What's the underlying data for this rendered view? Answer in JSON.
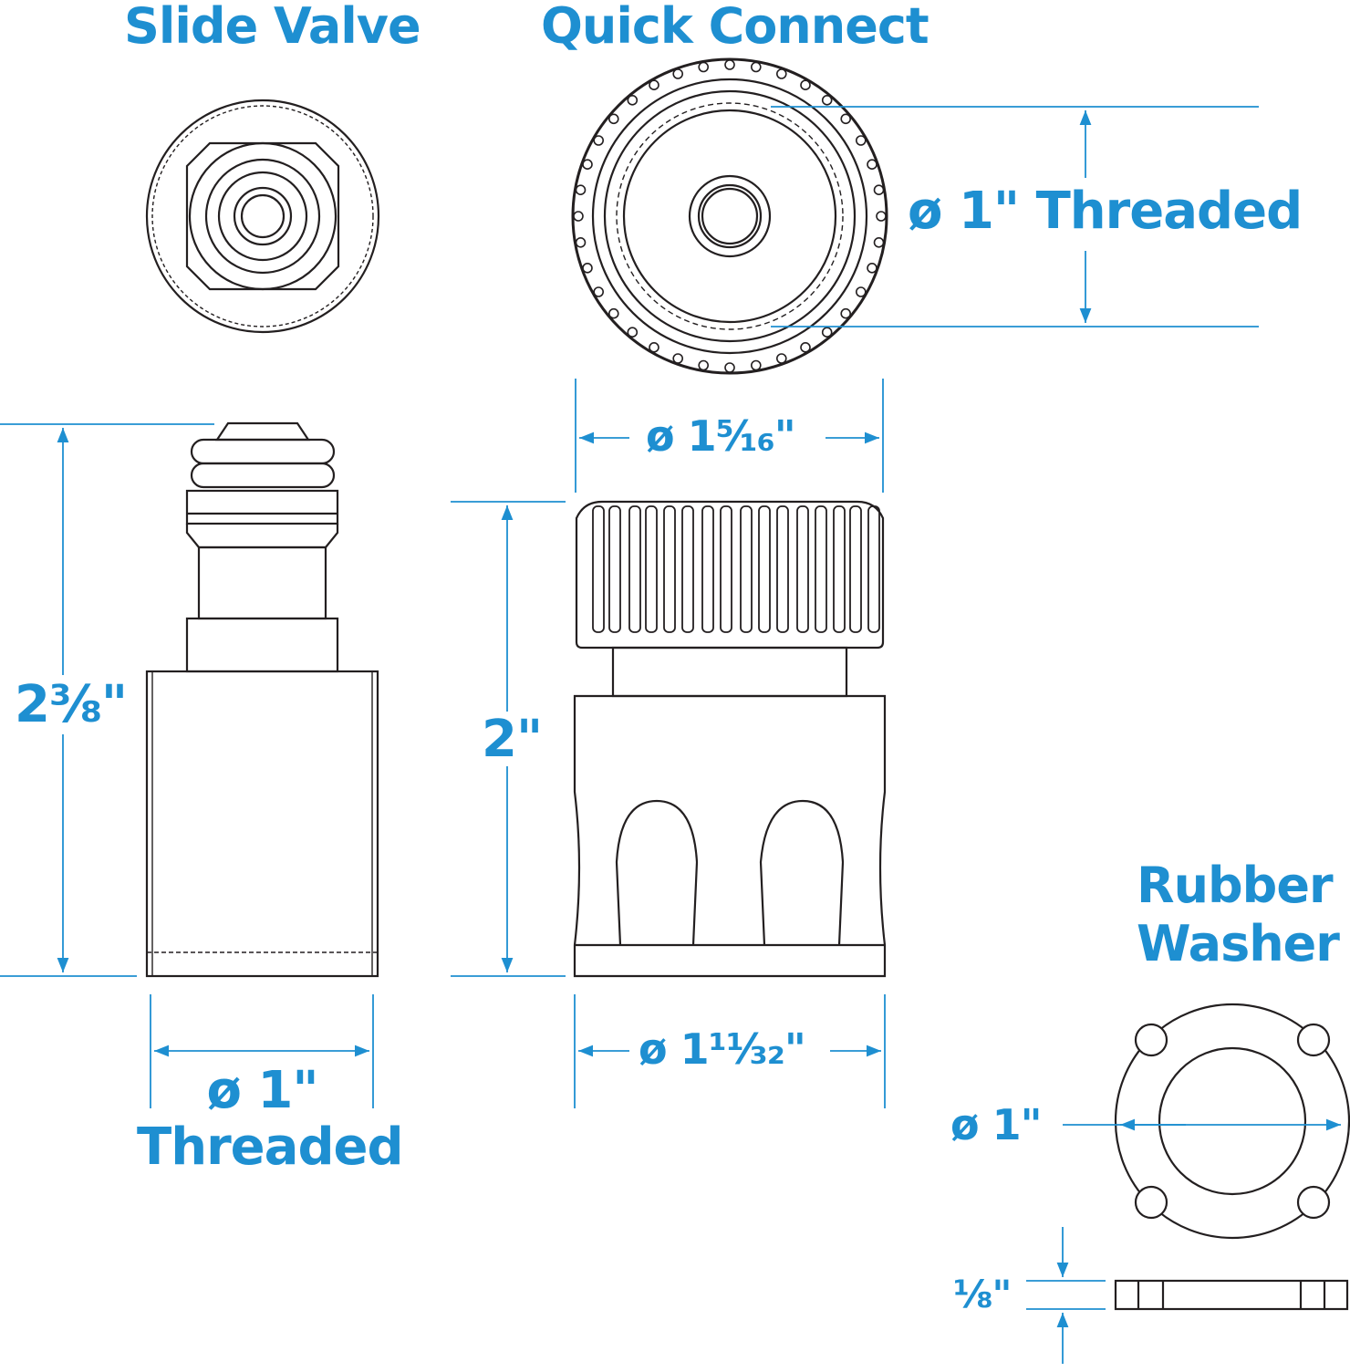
{
  "colors": {
    "accent": "#1e8fd1",
    "line": "#231f20",
    "background": "#ffffff"
  },
  "titles": {
    "slide_valve": "Slide Valve",
    "quick_connect": "Quick Connect",
    "rubber_washer_line1": "Rubber",
    "rubber_washer_line2": "Washer"
  },
  "dimensions": {
    "qc_thread": "ø 1\" Threaded",
    "qc_top_diameter": "ø 1⁵⁄₁₆\"",
    "sv_height": "2⅜\"",
    "qc_height": "2\"",
    "sv_thread_line1": "ø 1\"",
    "sv_thread_line2": "Threaded",
    "qc_bottom_diameter": "ø 1¹¹⁄₃₂\"",
    "washer_diameter": "ø 1\"",
    "washer_thickness": "⅛\""
  }
}
